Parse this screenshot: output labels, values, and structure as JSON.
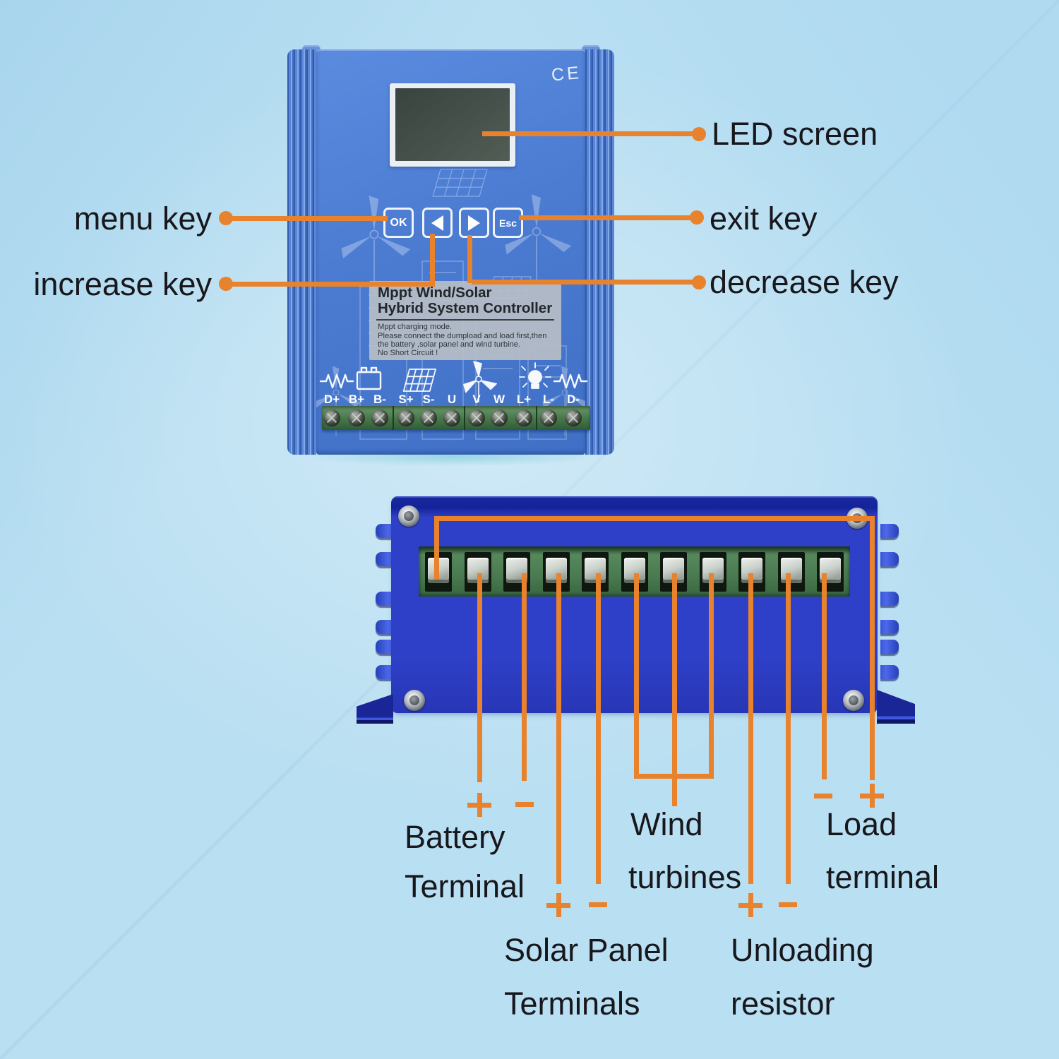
{
  "colors": {
    "background": "#b9dff2",
    "callout_orange": "#e8822c",
    "text_dark": "#17171c",
    "front_face_blue": "#4b7cd2",
    "bottom_body_blue": "#2e40c8",
    "terminal_strip_green": "#4a7a50",
    "screen_dark": "#46514b",
    "panel_gray": "#b7bec6"
  },
  "front_view": {
    "ce_mark": "CE",
    "buttons": {
      "ok": "OK",
      "prev": "left-arrow",
      "next": "right-arrow",
      "esc": "Esc"
    },
    "panel": {
      "title_line1": "Mppt Wind/Solar",
      "title_line2": "Hybrid System Controller",
      "info_lines": [
        "Mppt charging mode.",
        "Please connect the dumpload and load first,then",
        "the battery ,solar panel and wind turbine.",
        "No Short Circuit !"
      ]
    },
    "icons": [
      "resistor-icon",
      "battery-icon",
      "solar-panel-icon",
      "wind-turbine-icon",
      "lamp-icon",
      "resistor-icon"
    ],
    "terminal_labels": [
      "D+",
      "B+",
      "B-",
      "S+",
      "S-",
      "U",
      "V",
      "W",
      "L+",
      "L-",
      "D-"
    ]
  },
  "callouts_front": {
    "menu_key": "menu key",
    "increase_key": "increase key",
    "led_screen": "LED screen",
    "exit_key": "exit key",
    "decrease_key": "decrease key"
  },
  "callouts_bottom": {
    "battery": {
      "line1": "Battery",
      "line2": "Terminal",
      "plus": "+",
      "minus": "-"
    },
    "solar": {
      "line1": "Solar Panel",
      "line2": "Terminals",
      "plus": "+",
      "minus": "-"
    },
    "wind": {
      "line1": "Wind",
      "line2": "turbines"
    },
    "unloading": {
      "line1": "Unloading",
      "line2": "resistor",
      "plus": "+",
      "minus": "-"
    },
    "load": {
      "line1": "Load",
      "line2": "terminal",
      "plus": "+",
      "minus": "-"
    }
  }
}
